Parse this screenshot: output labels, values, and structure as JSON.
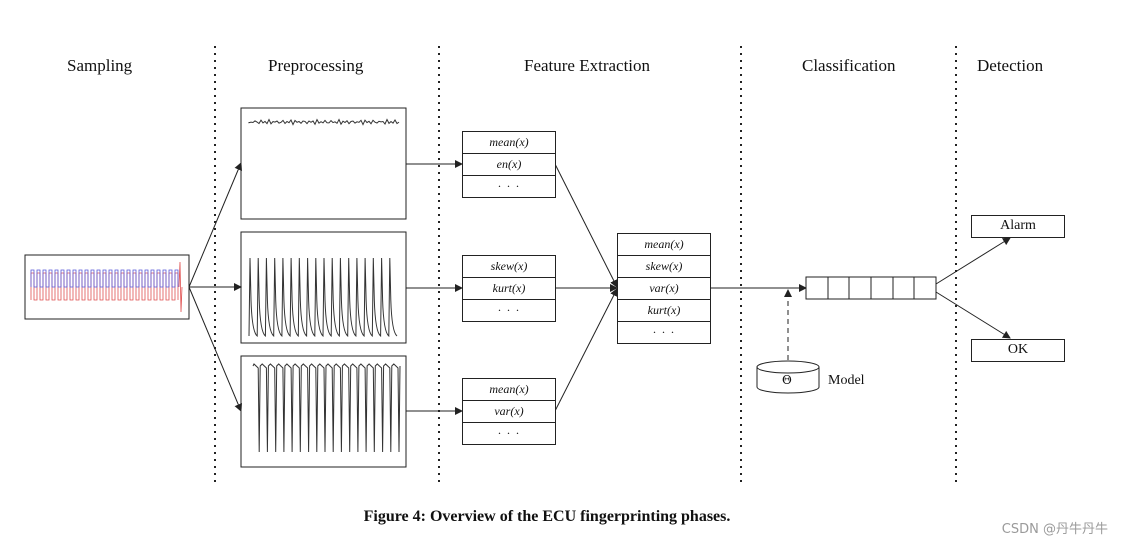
{
  "phases": {
    "sampling": "Sampling",
    "preprocessing": "Preprocessing",
    "feature_extraction": "Feature Extraction",
    "classification": "Classification",
    "detection": "Detection"
  },
  "feature_boxes": {
    "top": [
      "mean(x)",
      "en(x)",
      "· · ·"
    ],
    "middle": [
      "skew(x)",
      "kurt(x)",
      "· · ·"
    ],
    "bottom": [
      "mean(x)",
      "var(x)",
      "· · ·"
    ],
    "combined": [
      "mean(x)",
      "skew(x)",
      "var(x)",
      "kurt(x)",
      "· · ·"
    ]
  },
  "model": {
    "symbol": "Θ",
    "label": "Model"
  },
  "outputs": {
    "alarm": "Alarm",
    "ok": "OK"
  },
  "caption": "Figure 4: Overview of the ECU fingerprinting phases.",
  "watermark": "CSDN @丹牛丹牛",
  "colors": {
    "sampling_red": "#e05050",
    "sampling_blue": "#5a5ad8",
    "line": "#222222"
  }
}
